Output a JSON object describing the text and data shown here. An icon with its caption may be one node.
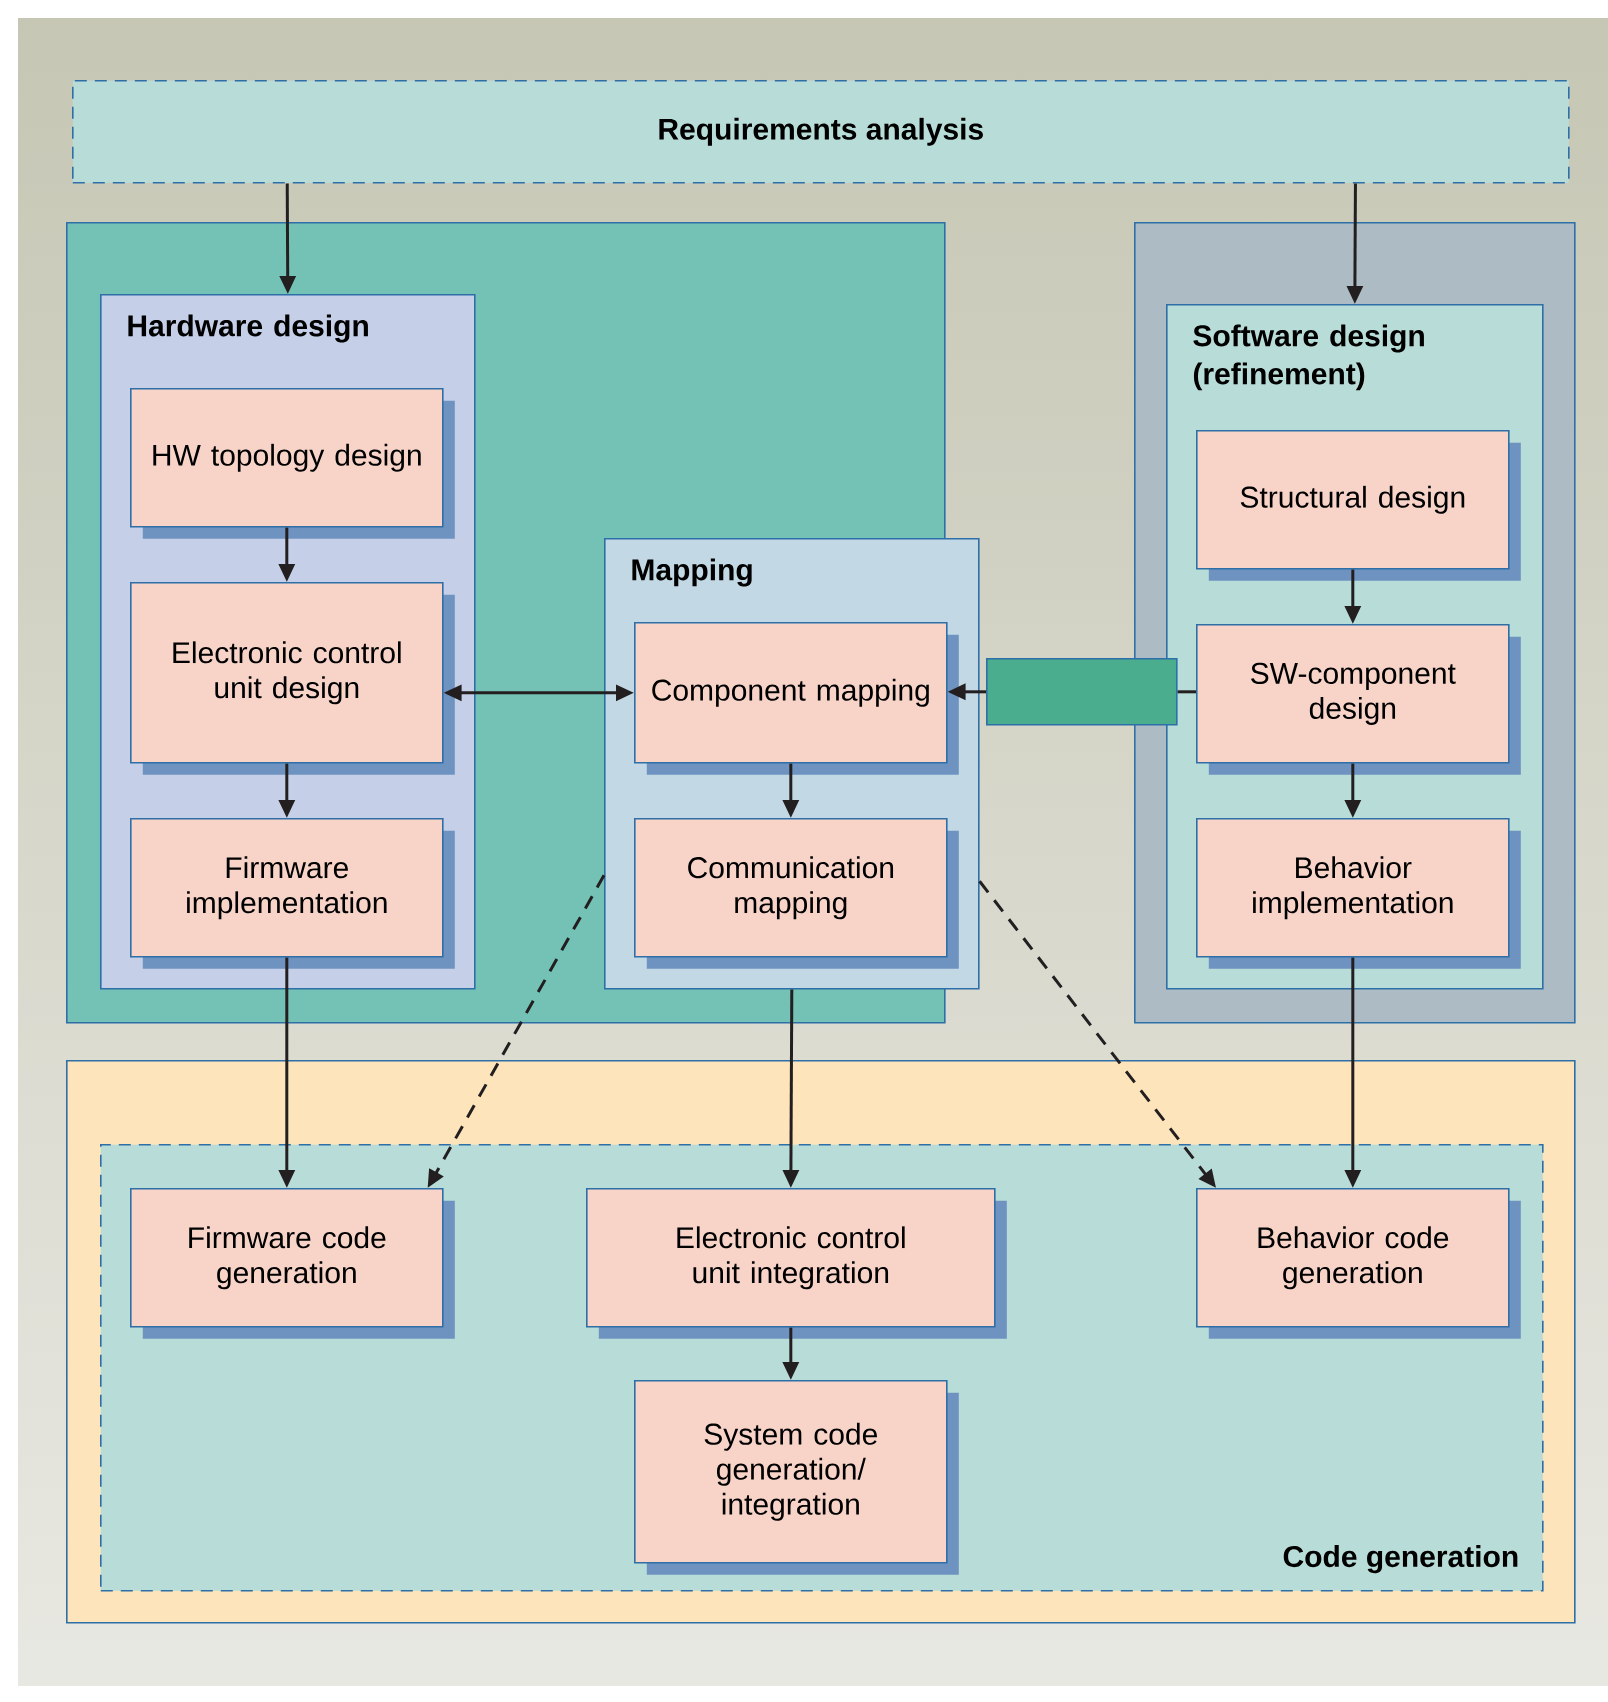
{
  "diagram": {
    "nodes": [
      {
        "text": [
          "Requirements analysis"
        ]
      },
      {
        "text": [],
        "shape": "box"
      },
      {
        "text": [
          "Hardware design"
        ],
        "in": 1
      },
      {
        "text": [
          "HW topology design"
        ],
        "in": 2
      },
      {
        "text": [
          "Electronic control unit design"
        ],
        "in": 2
      },
      {
        "text": [
          "Firmware implementation"
        ],
        "in": 2
      },
      {
        "text": [
          "Mapping"
        ]
      },
      {
        "text": [
          "Component mapping"
        ],
        "in": 6
      },
      {
        "text": [
          "Communication mapping"
        ],
        "in": 6
      },
      {
        "text": [],
        "shape": "box"
      },
      {
        "text": [
          "Software design (refinement)"
        ],
        "in": 9
      },
      {
        "text": [
          "Structural design"
        ],
        "in": 10
      },
      {
        "text": [
          "SW-component design"
        ],
        "in": 10
      },
      {
        "text": [
          "Behavior implementation"
        ],
        "in": 10
      },
      {
        "text": [],
        "shape": "box"
      },
      {
        "text": [],
        "shape": "box"
      },
      {
        "text": [
          "Code generation"
        ],
        "in": 15
      },
      {
        "text": [
          "Firmware code generation"
        ],
        "in": 16
      },
      {
        "text": [
          "Electronic control unit integration"
        ],
        "in": 16
      },
      {
        "text": [
          "System code generation/ integration"
        ],
        "in": 16
      },
      {
        "text": [
          "Behavior code generation"
        ],
        "in": 16
      }
    ],
    "edges": [
      {
        "from": 0,
        "to": 2,
        "arrow": "to"
      },
      {
        "from": 0,
        "to": 10,
        "arrow": "to"
      },
      {
        "from": 3,
        "to": 4,
        "arrow": "to"
      },
      {
        "from": 4,
        "to": 5,
        "arrow": "to"
      },
      {
        "from": 4,
        "to": 7,
        "arrow": "both"
      },
      {
        "from": 12,
        "to": 14,
        "arrow": "none"
      },
      {
        "from": 14,
        "to": 7,
        "arrow": "to"
      },
      {
        "from": 7,
        "to": 8,
        "arrow": "to"
      },
      {
        "from": 11,
        "to": 12,
        "arrow": "to"
      },
      {
        "from": 12,
        "to": 13,
        "arrow": "to"
      },
      {
        "from": 5,
        "to": 17,
        "arrow": "to"
      },
      {
        "from": 6,
        "to": 17,
        "arrow": "to",
        "style": "dashed"
      },
      {
        "from": 6,
        "to": 18,
        "arrow": "to"
      },
      {
        "from": 6,
        "to": 20,
        "arrow": "to",
        "style": "dashed"
      },
      {
        "from": 13,
        "to": 20,
        "arrow": "to"
      },
      {
        "from": 18,
        "to": 19,
        "arrow": "to"
      }
    ]
  }
}
